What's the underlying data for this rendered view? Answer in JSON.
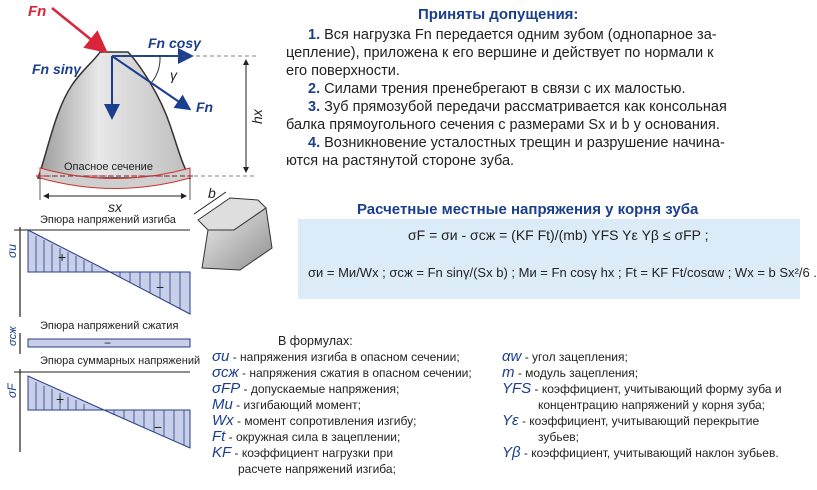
{
  "assumptions": {
    "title": "Приняты  допущения:",
    "items": [
      {
        "num": "1.",
        "lines": [
          "Вся  нагрузка  Fn  передается  одним  зубом (однопарное  за-",
          "цепление),  приложена  к  его вершине и действует по нормали к",
          "его поверхности."
        ]
      },
      {
        "num": "2.",
        "lines": [
          "Силами трения пренебрегают в связи с их малостью."
        ]
      },
      {
        "num": "3.",
        "lines": [
          "Зуб прямозубой передачи рассматривается как консольная",
          "балка прямоугольного сечения с размерами Sx  и  b  у основания."
        ]
      },
      {
        "num": "4.",
        "lines": [
          "Возникновение усталостных трещин и разрушение начина-",
          "ются на растянутой стороне зуба."
        ]
      }
    ]
  },
  "stresses": {
    "title": "Расчетные местные напряжения у корня зуба",
    "formula1": "σF = σи - σсж = (KF Ft)/(mb) YFS Yε Yβ ≤ σFP ;",
    "formula2": "σи = Mи/Wx ;  σсж = Fn sinγ/(Sx b) ;  Mи = Fn cosγ hx ;  Ft = KF Ft/cosαw ;  Wx = b Sx²/6 ."
  },
  "tooth": {
    "fn": "Fn",
    "fn_sin": "Fn sinγ",
    "fn_cos": "Fn cosγ",
    "fn_right": "Fn",
    "gamma": "γ",
    "hx": "hx",
    "sx": "sx",
    "danger": "Опасное сечение",
    "b": "b"
  },
  "diagrams": {
    "bend_title": "Эпюра напряжений изгиба",
    "bend_axis": "σи",
    "plus": "+",
    "minus": "−",
    "comp_title": "Эпюра напряжений сжатия",
    "comp_axis": "σсж",
    "sum_title": "Эпюра суммарных напряжений",
    "sum_axis": "σF"
  },
  "legend": {
    "title": "В формулах:",
    "left": [
      {
        "sym": "σи",
        "text": " - напряжения изгиба в опасном сечении;"
      },
      {
        "sym": "σсж",
        "text": " - напряжения сжатия в опасном сечении;"
      },
      {
        "sym": "σFP",
        "text": " - допускаемые напряжения;"
      },
      {
        "sym": "Mи",
        "text": " - изгибающий момент;"
      },
      {
        "sym": "Wx",
        "text": " - момент сопротивления изгибу;"
      },
      {
        "sym": "Ft",
        "text": " - окружная сила в зацеплении;"
      },
      {
        "sym": "KF",
        "text": " - коэффициент нагрузки при"
      },
      {
        "sym": "",
        "text": "расчете напряжений изгиба;"
      }
    ],
    "right": [
      {
        "sym": "αw",
        "text": " - угол зацепления;"
      },
      {
        "sym": "m",
        "text": " - модуль зацепления;"
      },
      {
        "sym": "YFS",
        "text": " - коэффициент, учитывающий форму зуба и"
      },
      {
        "sym": "",
        "text": "концентрацию напряжений у корня зуба;"
      },
      {
        "sym": "Yε",
        "text": " - коэффициент, учитывающий перекрытие"
      },
      {
        "sym": "",
        "text": "зубьев;"
      },
      {
        "sym": "Yβ",
        "text": " - коэффициент, учитывающий наклон зубьев."
      }
    ]
  }
}
